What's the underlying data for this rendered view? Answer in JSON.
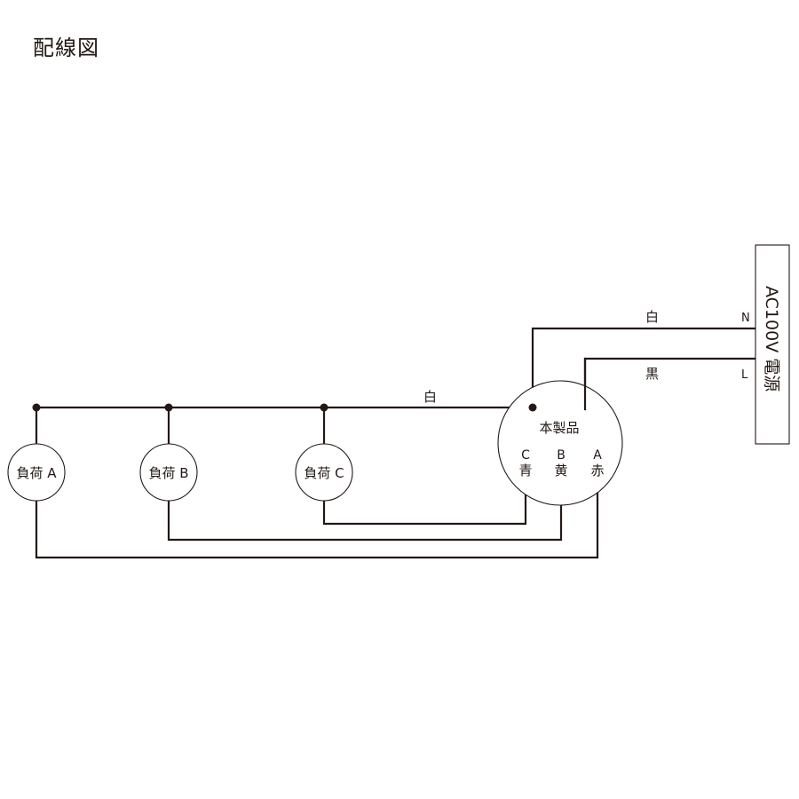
{
  "title": "配線図",
  "power_source": {
    "label": "AC100V 電源",
    "terminal_n": "N",
    "terminal_l": "L"
  },
  "wire_colors": {
    "white": "白",
    "black": "黒"
  },
  "product": {
    "label": "本製品",
    "terminals": [
      {
        "letter": "C",
        "color": "青"
      },
      {
        "letter": "B",
        "color": "黄"
      },
      {
        "letter": "A",
        "color": "赤"
      }
    ]
  },
  "loads": [
    {
      "label": "負荷 A"
    },
    {
      "label": "負荷 B"
    },
    {
      "label": "負荷 C"
    }
  ],
  "style": {
    "line_color": "#231815"
  }
}
